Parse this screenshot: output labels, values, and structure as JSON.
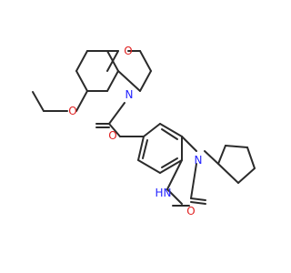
{
  "colors": {
    "background": "#ffffff",
    "bond": "#2b2b2b",
    "carbon": "#2b2b2b",
    "oxygen": "#e02020",
    "nitrogen": "#2323ff"
  },
  "labels": {
    "ring_oxygen": "O",
    "methoxy_oxygen": "O",
    "amide_nitrogen": "N",
    "carbonyl_oxygen": "O",
    "benzimidazole_n1": "N",
    "nh_n": "N",
    "nh_h": "H",
    "urea_oxygen": "O"
  }
}
